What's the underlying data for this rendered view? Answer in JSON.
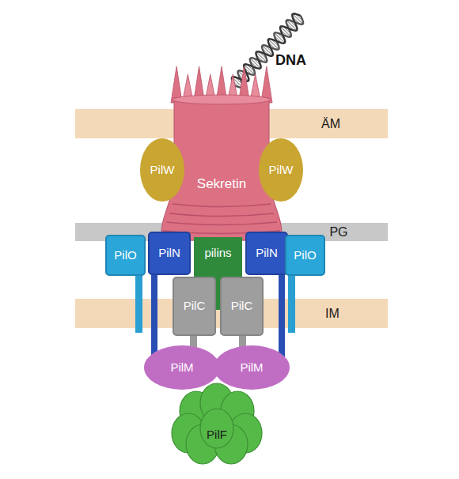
{
  "diagram": {
    "nodes": [
      {
        "text": [
          "ÄM"
        ]
      },
      {
        "text": [
          "PilW"
        ]
      },
      {
        "text": [
          "Sekretin"
        ]
      },
      {
        "text": [
          "PilW"
        ]
      },
      {
        "text": [
          "PG"
        ]
      },
      {
        "text": [
          "PilO"
        ]
      },
      {
        "text": [
          "PilN"
        ]
      },
      {
        "text": [
          "pilins"
        ]
      },
      {
        "text": [
          "PilN"
        ]
      },
      {
        "text": [
          "PilO"
        ]
      },
      {
        "text": [
          "IM"
        ]
      },
      {
        "text": [
          "PilC"
        ]
      },
      {
        "text": [
          "PilC"
        ]
      },
      {
        "text": [
          "PilM"
        ]
      },
      {
        "text": [
          "PilM"
        ]
      },
      {
        "text": [
          "PilF"
        ]
      }
    ],
    "edges": [
      {
        "from": 6,
        "to": 13,
        "arrow": "none"
      },
      {
        "from": 8,
        "to": 14,
        "arrow": "none"
      }
    ],
    "labels": [
      "DNA"
    ]
  }
}
